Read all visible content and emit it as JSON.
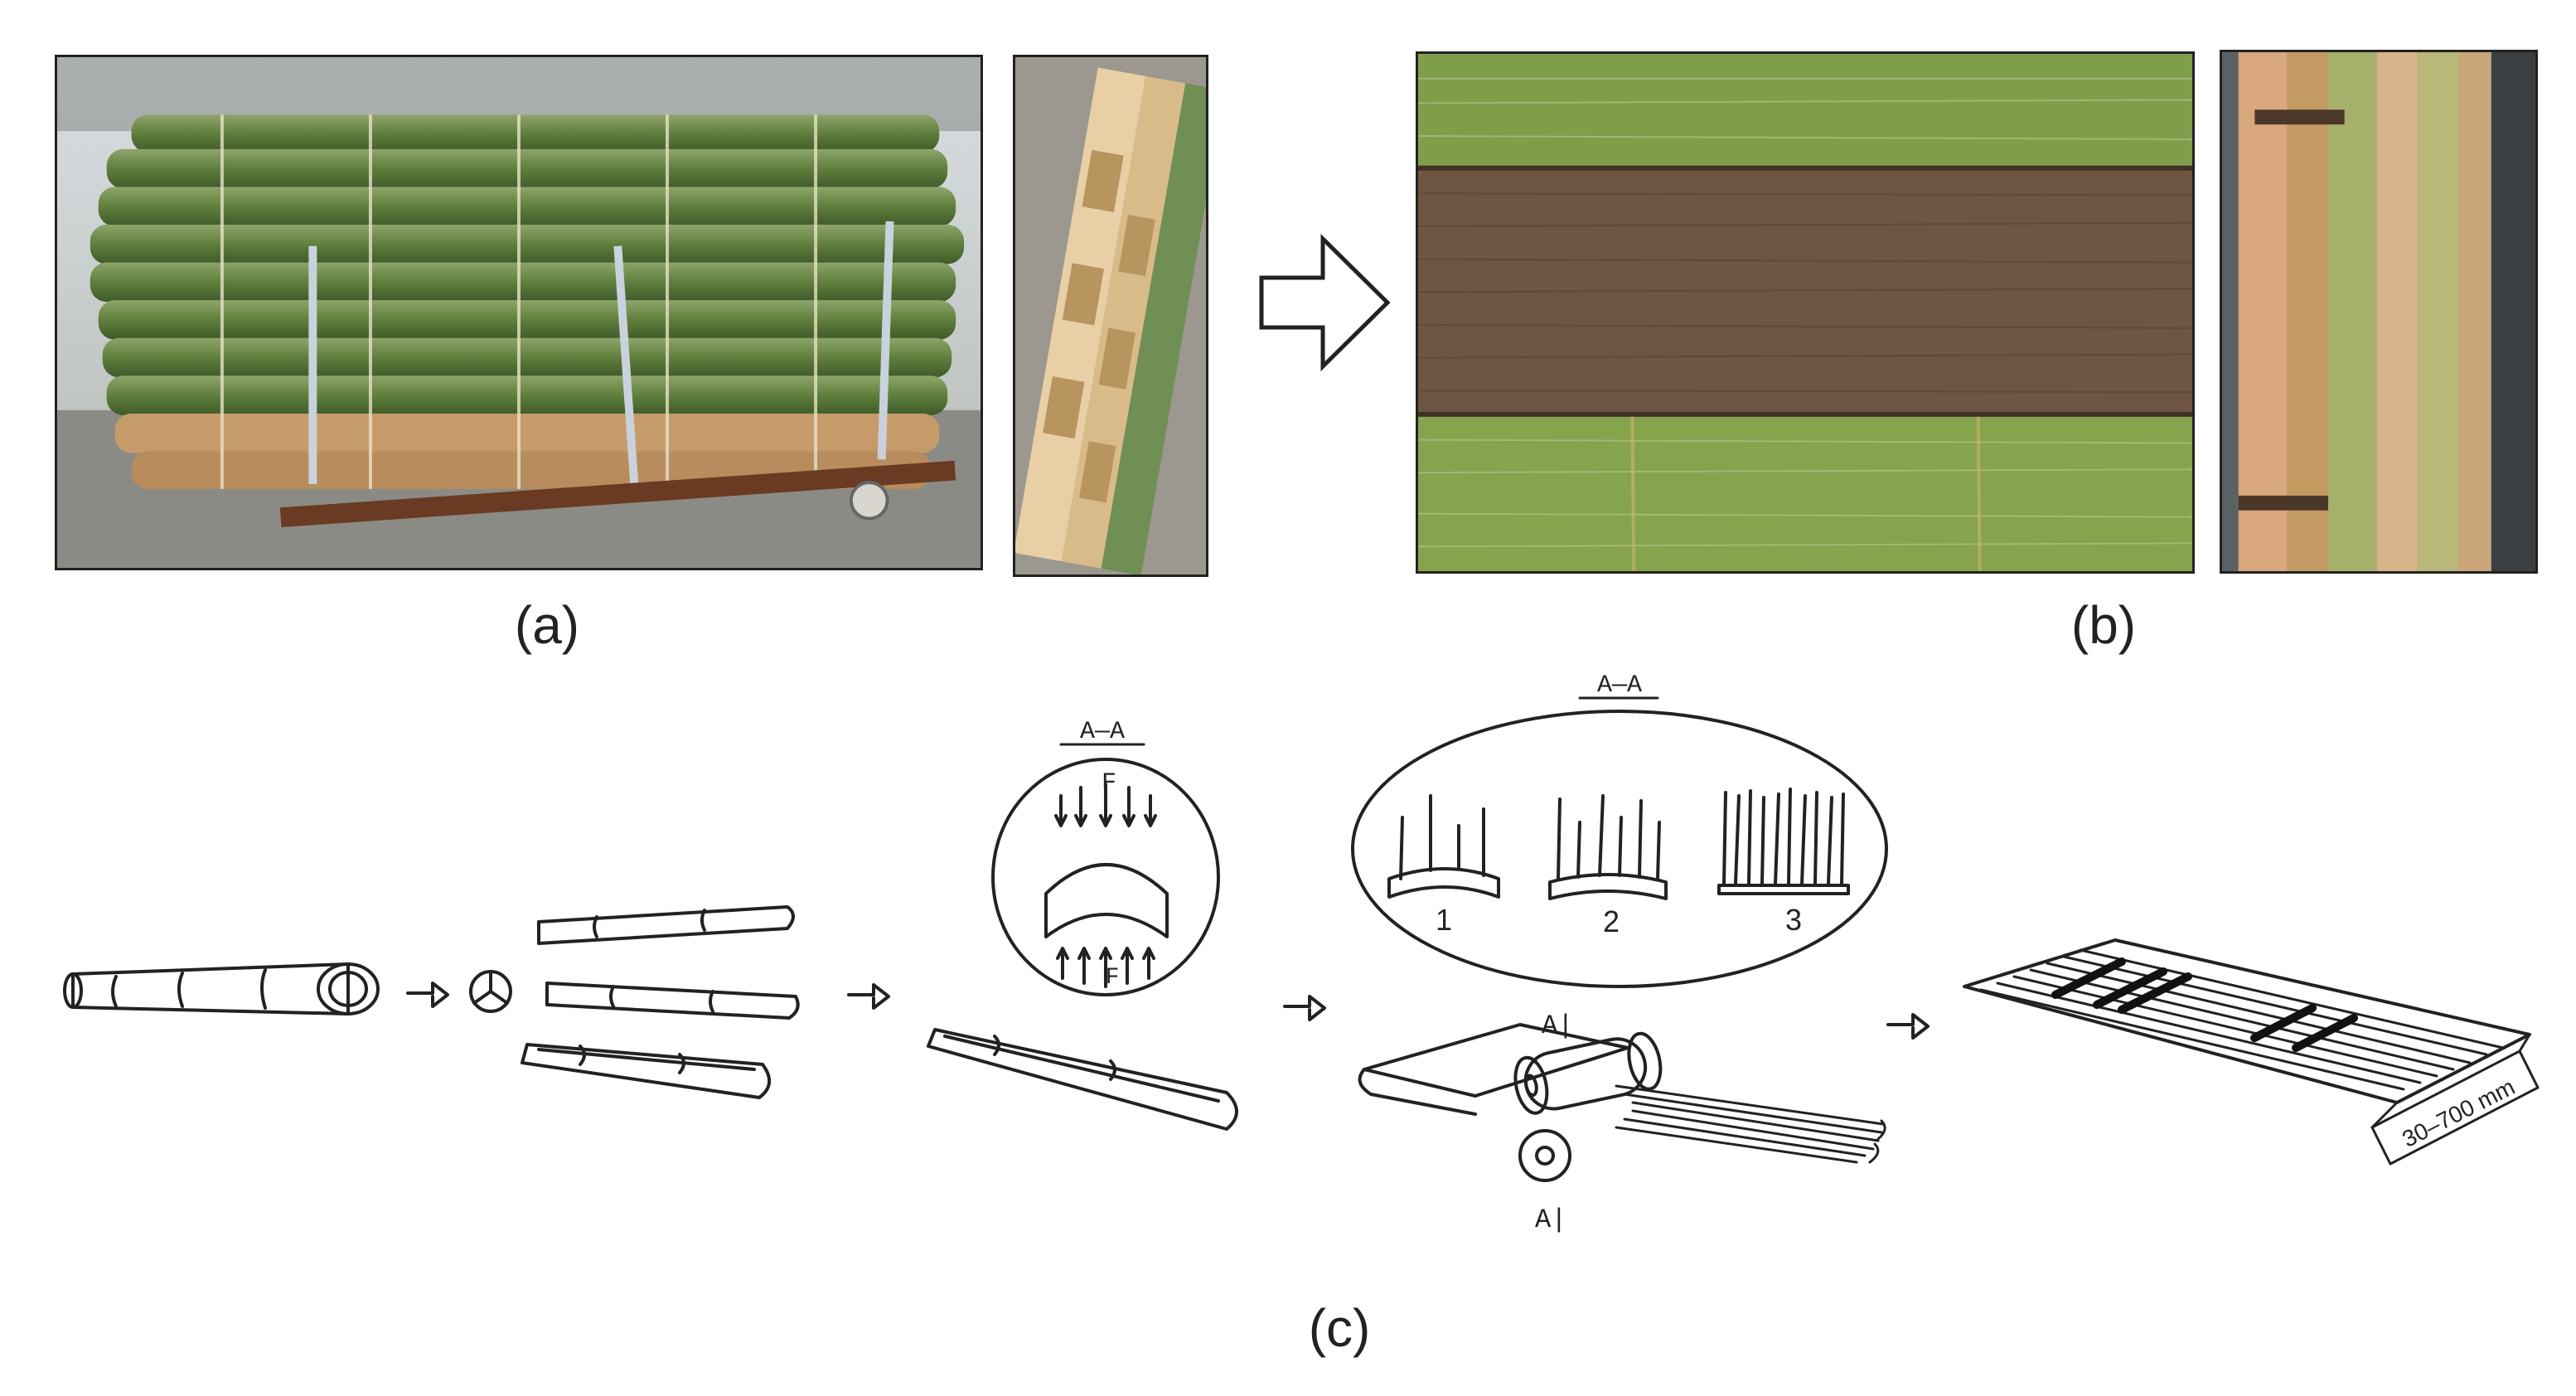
{
  "captions": {
    "a": "(a)",
    "b": "(b)",
    "c": "(c)"
  },
  "diagram": {
    "section_label_1": "A—A",
    "section_label_2": "A—A",
    "force_label_top": "F",
    "force_label_bottom": "F",
    "stage_1": "1",
    "stage_2": "2",
    "stage_3": "3",
    "roller_marker_top": "A|",
    "roller_marker_bottom": "A|",
    "dimension_label": "30–700 mm"
  },
  "colors": {
    "bamboo_green": "#5f7f3c",
    "bamboo_tan": "#c9a36e",
    "veneer_brown": "#6e5642",
    "line_art": "#222222"
  }
}
